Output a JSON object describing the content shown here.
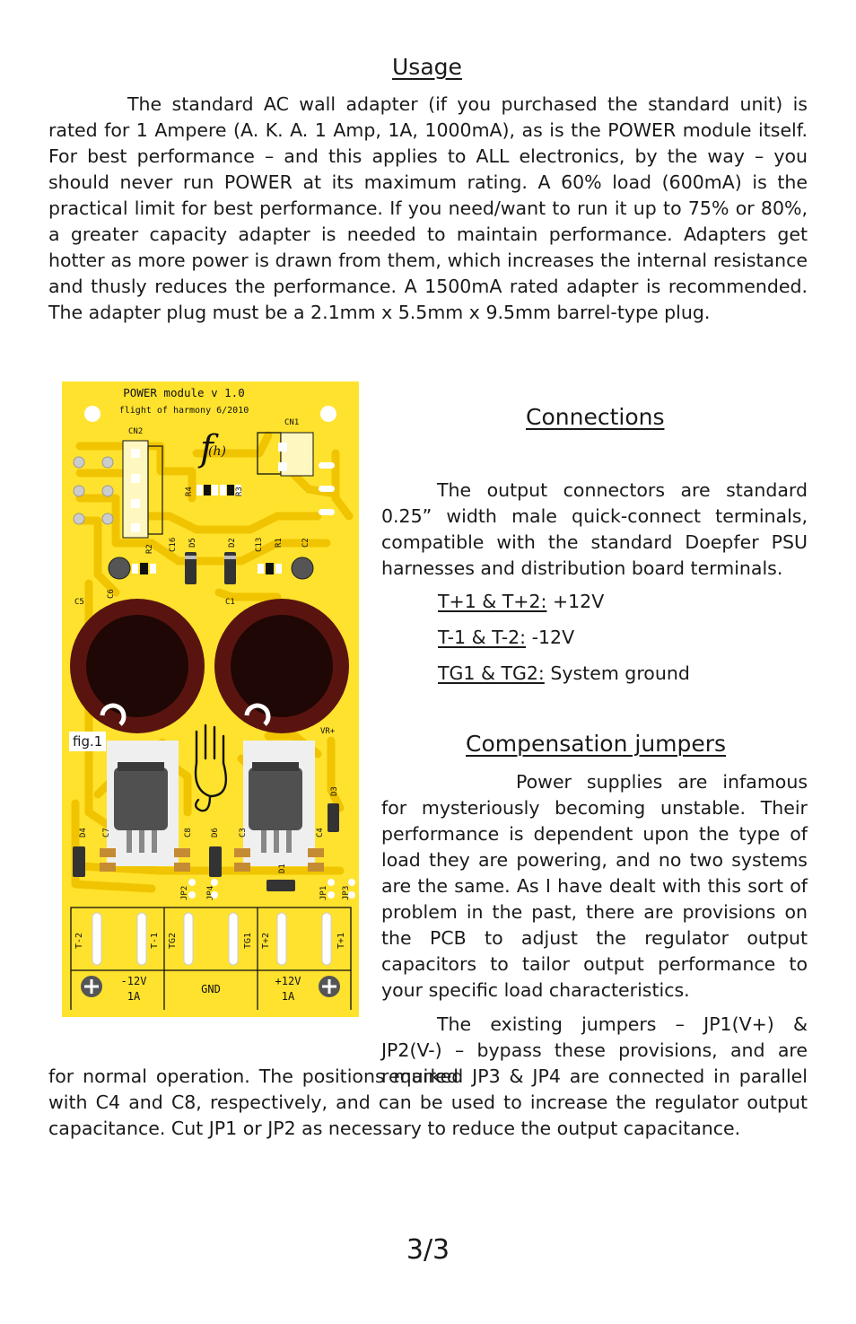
{
  "usage": {
    "heading": "Usage",
    "paragraph": "The standard AC wall adapter (if you purchased the standard unit) is rated for 1 Ampere (A. K. A. 1 Amp, 1A, 1000mA), as is the POWER module itself. For best performance – and this applies to ALL electronics, by the way – you should never run POWER at its maximum rating. A 60% load (600mA) is the practical limit for best performance. If you need/want to run it up to 75% or 80%, a greater capacity adapter is needed to maintain performance. Adapters get hotter as more power is drawn from them, which increases the internal resistance and thusly reduces the performance. A 1500mA rated adapter is recommended. The adapter plug must be a 2.1mm x 5.5mm x 9.5mm barrel-type plug."
  },
  "connections": {
    "heading": "Connections",
    "paragraph": "The output connectors are standard 0.25” width male quick-connect terminals, compatible with the standard Doepfer PSU harnesses and distribution board terminals.",
    "items": [
      {
        "key": "T+1 & T+2:",
        "value": " +12V"
      },
      {
        "key": "T-1 & T-2:",
        "value": " -12V"
      },
      {
        "key": "TG1 & TG2:",
        "value": " System ground"
      }
    ]
  },
  "jumpers": {
    "heading": "Compensation jumpers",
    "paragraph1": "Power supplies are infamous for mysteriously becoming unstable. Their performance is dependent upon the type of load they are powering, and no two systems are the same. As I have dealt with this sort of problem in the past, there are provisions on the PCB to adjust the regulator output capacitors to tailor output performance to your specific load characteristics.",
    "paragraph2a": "The existing jumpers – JP1(V+) & JP2(V-) – bypass these provisions, and are required",
    "paragraph2b": "for normal operation. The positions marked JP3 & JP4 are connected in parallel with C4 and C8, respectively, and can be used to increase the regulator output capacitance. Cut JP1 or JP2 as necessary to reduce the output capacitance."
  },
  "figure": {
    "label": "fig.1",
    "board": {
      "title": "POWER module  v 1.0",
      "subtitle": "flight of harmony  6/2010",
      "logo": "f(h)",
      "designators": {
        "cn1": "CN1",
        "cn2": "CN2",
        "r4": "R4",
        "r3": "R3",
        "r2": "R2",
        "c16": "C16",
        "d5": "D5",
        "d2": "D2",
        "c13": "C13",
        "r1": "R1",
        "c2": "C2",
        "c6": "C6",
        "c5": "C5",
        "c1": "C1",
        "vr": "VR+",
        "d3": "D3",
        "d4": "D4",
        "c7": "C7",
        "c8": "C8",
        "d6": "D6",
        "c3": "C3",
        "c4": "C4",
        "d1": "D1",
        "jp2": "JP2",
        "jp4": "JP4",
        "jp1": "JP1",
        "jp3": "JP3",
        "tm2": "T-2",
        "tm1": "T-1",
        "tg2": "TG2",
        "tg1": "TG1",
        "tp2": "T+2",
        "tp1": "T+1"
      },
      "neg_rail": "-12V",
      "neg_amp": "1A",
      "gnd": "GND",
      "pos_rail": "+12V",
      "pos_amp": "1A"
    },
    "colors": {
      "board": "#ffe22e",
      "trace": "#f0c400",
      "capacitor": "#5a1410",
      "capacitor_dark": "#1e0704",
      "silk": "#111111",
      "regulator": "#505050",
      "heatsink": "#efefef",
      "smd_pad": "#c58b33"
    }
  },
  "page_number": "3/3"
}
